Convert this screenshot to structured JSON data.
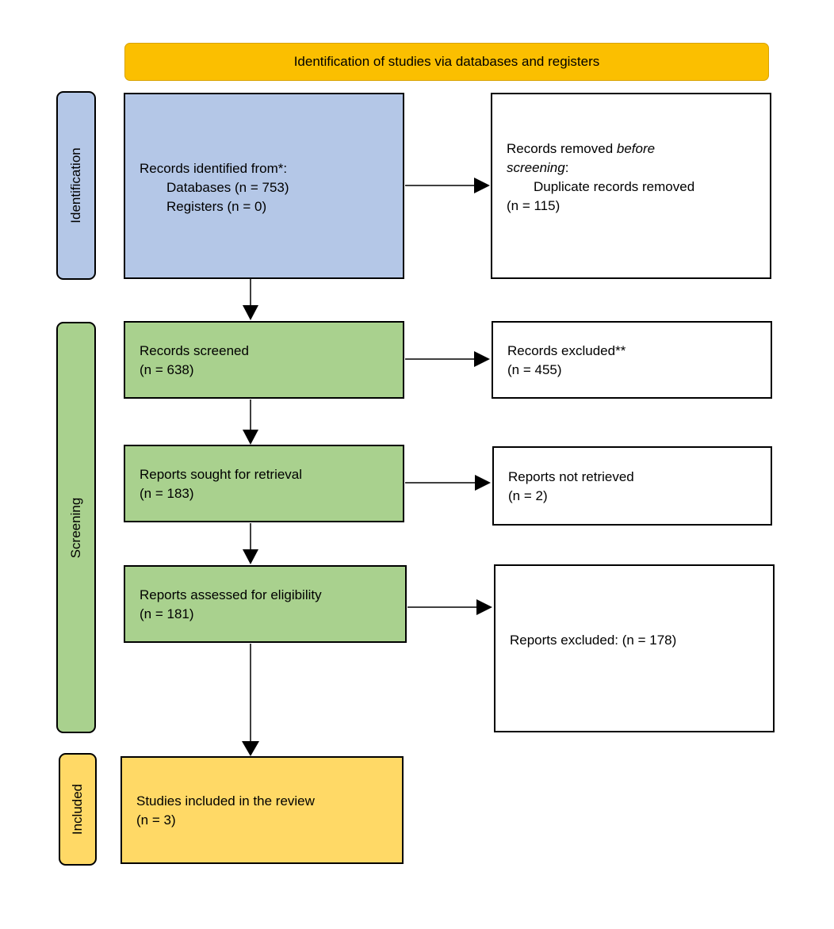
{
  "header": {
    "title": "Identification of studies via databases and registers"
  },
  "phases": {
    "identification": "Identification",
    "screening": "Screening",
    "included": "Included"
  },
  "identified": {
    "title": "Records identified from*:",
    "databases": "Databases (n = 753)",
    "registers": "Registers (n = 0)"
  },
  "removed": {
    "prefix": "Records removed ",
    "italic1": "before",
    "italic2": "screening",
    "colon": ":",
    "duplicates": "Duplicate records removed",
    "count": "(n = 115)"
  },
  "screened": {
    "title": "Records screened",
    "count": "(n = 638)"
  },
  "excluded": {
    "title": "Records excluded**",
    "count": "(n = 455)"
  },
  "sought": {
    "title": "Reports sought for retrieval",
    "count": "(n = 183)"
  },
  "not_retrieved": {
    "title": "Reports not retrieved",
    "count": "(n = 2)"
  },
  "assessed": {
    "title": "Reports assessed for eligibility",
    "count": "(n = 181)"
  },
  "reports_excluded": {
    "title": "Reports excluded: (n = 178)"
  },
  "included": {
    "title": "Studies included in the review",
    "count": "(n = 3)"
  },
  "colors": {
    "header": "#fbbf00",
    "identification": "#b4c7e7",
    "screening": "#a9d18e",
    "included": "#ffd966"
  }
}
